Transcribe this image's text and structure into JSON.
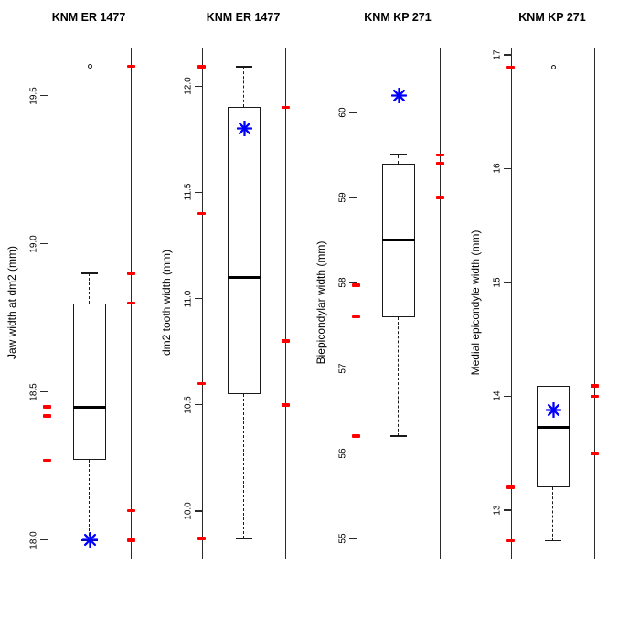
{
  "figure": {
    "background": "#ffffff",
    "frame_color": "#2b2b2b",
    "line_color": "#000000",
    "rug_color": "#ff0000",
    "special_point_color": "#0000ff",
    "outlier_symbol": "open-circle",
    "special_point_symbol": "asterisk-8-ray"
  },
  "chart_data": [
    {
      "type": "boxplot",
      "title": "KNM ER 1477",
      "ylabel": "Jaw width at dm2 (mm)",
      "tick_values": [
        18.0,
        18.5,
        19.0,
        19.5
      ],
      "tick_labels": [
        "18.0",
        "18.5",
        "19.0",
        "19.5"
      ],
      "ylim": [
        17.938,
        19.66
      ],
      "box": {
        "q1": 18.27,
        "median": 18.45,
        "q3": 18.8,
        "whisker_low": 18.0,
        "whisker_high": 18.9
      },
      "outliers": [
        19.6
      ],
      "special_point": {
        "value": 18.0
      },
      "rug_left": [
        18.45,
        18.42,
        18.27
      ],
      "rug_right": [
        19.6,
        18.9,
        18.8,
        18.1,
        18.0
      ]
    },
    {
      "type": "boxplot",
      "title": "KNM ER 1477",
      "ylabel": "dm2 tooth width (mm)",
      "tick_values": [
        10.0,
        10.5,
        11.0,
        11.5,
        12.0
      ],
      "tick_labels": [
        "10.0",
        "10.5",
        "11.0",
        "11.5",
        "12.0"
      ],
      "ylim": [
        9.776,
        12.177
      ],
      "box": {
        "q1": 10.55,
        "median": 11.1,
        "q3": 11.9,
        "whisker_low": 9.87,
        "whisker_high": 12.09
      },
      "outliers": [],
      "special_point": {
        "value": 11.8
      },
      "rug_left": [
        12.09,
        11.4,
        10.6,
        9.87
      ],
      "rug_right": [
        11.9,
        10.8,
        10.5
      ]
    },
    {
      "type": "boxplot",
      "title": "KNM KP 271",
      "ylabel": "Biepicondylar width (mm)",
      "tick_values": [
        55,
        56,
        57,
        58,
        59,
        60
      ],
      "tick_labels": [
        "55",
        "56",
        "57",
        "58",
        "59",
        "60"
      ],
      "ylim": [
        54.764,
        60.751
      ],
      "box": {
        "q1": 57.6,
        "median": 58.5,
        "q3": 59.4,
        "whisker_low": 56.2,
        "whisker_high": 59.5
      },
      "outliers": [],
      "special_point": {
        "value": 60.2
      },
      "rug_left": [
        57.97,
        57.6,
        56.2
      ],
      "rug_right": [
        59.5,
        59.4,
        59.0
      ]
    },
    {
      "type": "boxplot",
      "title": "KNM KP 271",
      "ylabel": "Medial epicondyle width (mm)",
      "tick_values": [
        13,
        14,
        15,
        16,
        17
      ],
      "tick_labels": [
        "13",
        "14",
        "15",
        "16",
        "17"
      ],
      "ylim": [
        12.574,
        17.056
      ],
      "box": {
        "q1": 13.2,
        "median": 13.73,
        "q3": 14.09,
        "whisker_low": 12.73,
        "whisker_high": 14.09
      },
      "outliers": [
        16.89
      ],
      "special_point": {
        "value": 13.88
      },
      "rug_left": [
        16.89,
        13.2,
        12.73
      ],
      "rug_right": [
        14.09,
        14.0,
        13.5
      ]
    }
  ]
}
